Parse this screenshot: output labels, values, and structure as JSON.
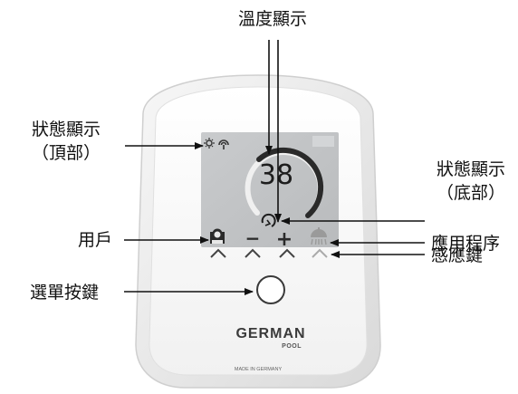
{
  "labels": {
    "temperature_display": "溫度顯示",
    "status_top_line1": "狀態顯示",
    "status_top_line2": "（頂部）",
    "status_bottom_line1": "狀態顯示",
    "status_bottom_line2": "（底部）",
    "user": "用戶",
    "application": "應用程序",
    "sensor_keys": "感應鍵",
    "menu_key": "選單按鍵"
  },
  "device": {
    "temperature": "38",
    "minus": "−",
    "plus": "+",
    "brand_main": "GERMAN",
    "brand_sub": "POOL",
    "made_in": "MADE IN GERMANY"
  },
  "colors": {
    "screen": "#c4c6c8",
    "body": "#f5f5f5",
    "rim": "#e3e3e3"
  },
  "icons": [
    "sun-icon",
    "wifi-icon",
    "user-icon",
    "shower-icon",
    "timer-icon"
  ]
}
